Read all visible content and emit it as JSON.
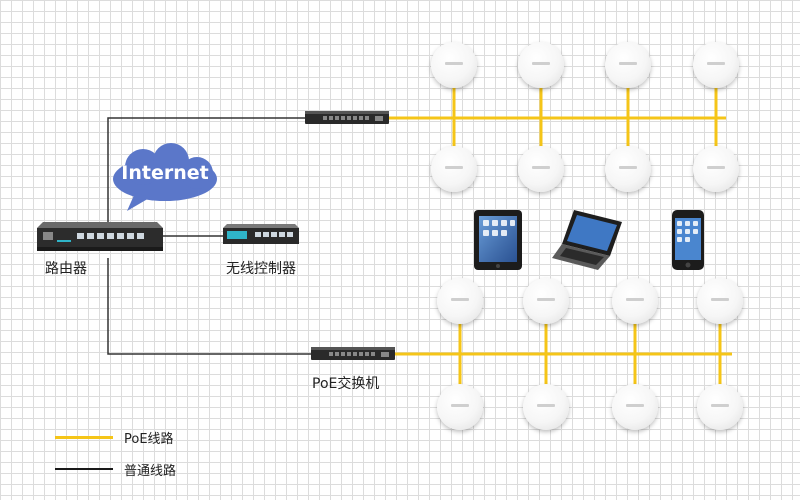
{
  "cloud": {
    "label": "Internet"
  },
  "devices": {
    "router": {
      "label": "路由器"
    },
    "wireless_controller": {
      "label": "无线控制器"
    },
    "poe_switch_bottom": {
      "label": "PoE交换机"
    }
  },
  "legend": [
    {
      "label": "PoE线路",
      "color": "#f5c518"
    },
    {
      "label": "普通线路",
      "color": "#1a1a1a"
    }
  ],
  "colors": {
    "poe_line": "#f5c518",
    "normal_line": "#333333",
    "cloud": "#5b77c9"
  }
}
